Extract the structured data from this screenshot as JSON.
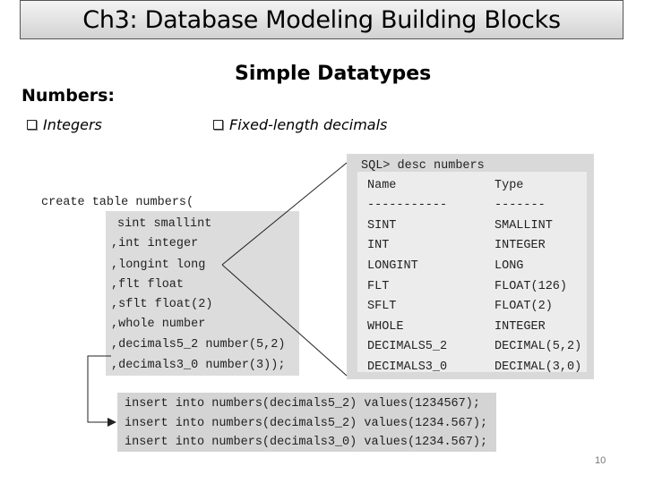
{
  "slide": {
    "title": "Ch3: Database Modeling Building Blocks",
    "subtitle": "Simple Datatypes",
    "heading": "Numbers:",
    "bullets": [
      "Integers",
      "Fixed-length decimals"
    ],
    "page_number": "10"
  },
  "create_code": [
    "create table numbers(",
    "sint smallint",
    ",int integer",
    ",longint long",
    ",flt float",
    ",sflt float(2)",
    ",whole number",
    ",decimals5_2 number(5,2)",
    ",decimals3_0 number(3));"
  ],
  "desc": {
    "command": "SQL> desc numbers",
    "columns": [
      "Name",
      "Type"
    ],
    "dashes": [
      "-----------",
      "-------"
    ],
    "rows": [
      [
        "SINT",
        "SMALLINT"
      ],
      [
        "INT",
        "INTEGER"
      ],
      [
        "LONGINT",
        "LONG"
      ],
      [
        "FLT",
        "FLOAT(126)"
      ],
      [
        "SFLT",
        "FLOAT(2)"
      ],
      [
        "WHOLE",
        "INTEGER"
      ],
      [
        "DECIMALS5_2",
        "DECIMAL(5,2)"
      ],
      [
        "DECIMALS3_0",
        "DECIMAL(3,0)"
      ]
    ]
  },
  "insert_code": [
    "insert into numbers(decimals5_2) values(1234567);",
    "insert into numbers(decimals5_2) values(1234.567);",
    "insert into numbers(decimals3_0) values(1234.567);"
  ]
}
